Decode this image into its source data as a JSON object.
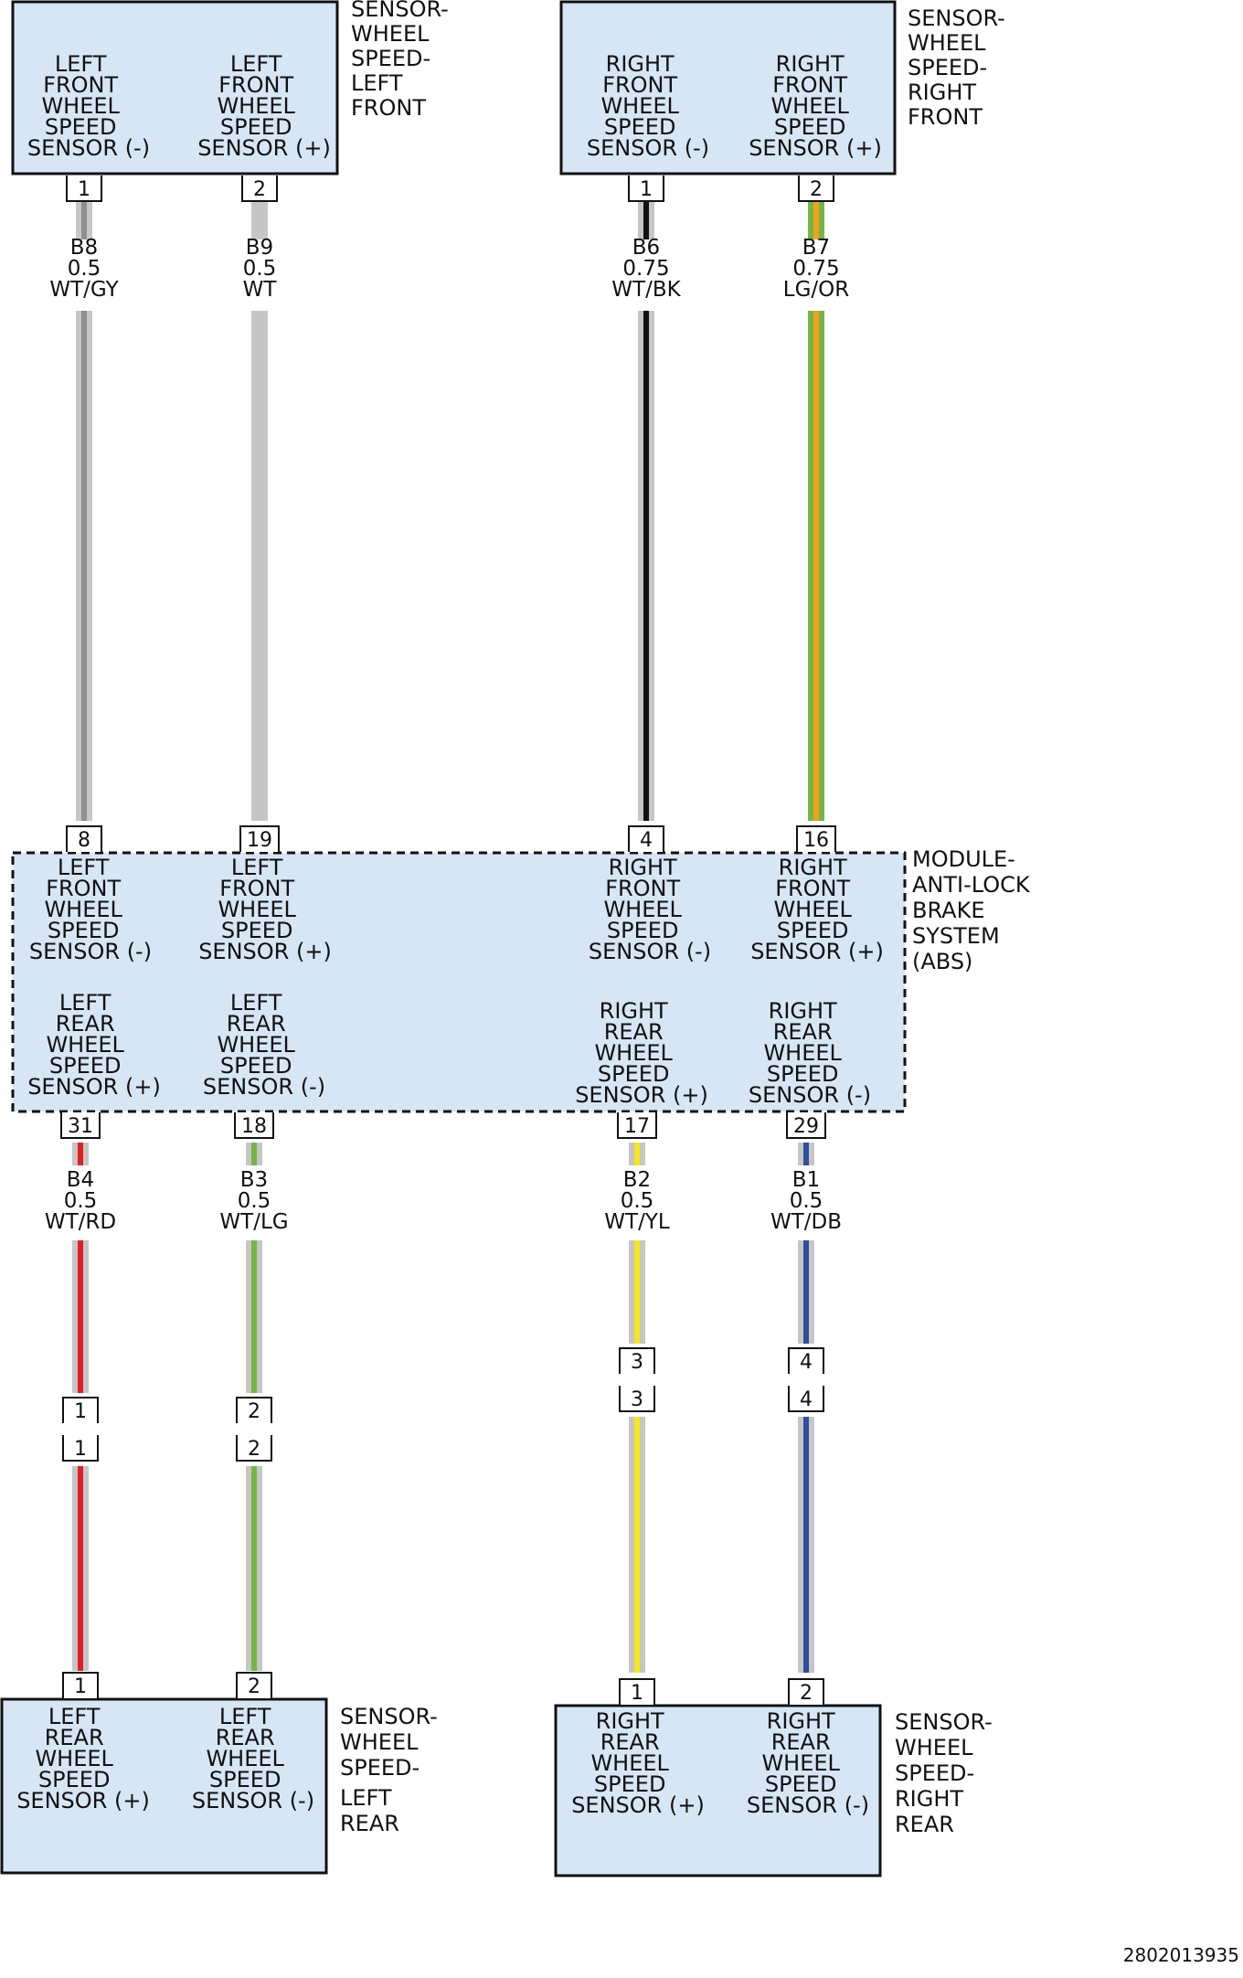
{
  "colors": {
    "box_fill": "#d6e6f5",
    "box_stroke": "#111111",
    "WT": "#c6c6c6",
    "GY": "#8f8f8f",
    "BK": "#111111",
    "LG": "#74b843",
    "OR": "#f2a01e",
    "RD": "#e01e26",
    "YL": "#f6e61c",
    "DB": "#2f4f9e"
  },
  "components": {
    "lf_sensor": {
      "side_label": [
        "SENSOR-",
        "WHEEL",
        "SPEED-",
        "LEFT",
        "FRONT"
      ],
      "pins": [
        {
          "text": [
            "LEFT",
            "FRONT",
            "WHEEL",
            "SPEED",
            "SENSOR (-)"
          ]
        },
        {
          "text": [
            "LEFT",
            "FRONT",
            "WHEEL",
            "SPEED",
            "SENSOR (+)"
          ]
        }
      ]
    },
    "rf_sensor": {
      "side_label": [
        "SENSOR-",
        "WHEEL",
        "SPEED-",
        "RIGHT",
        "FRONT"
      ],
      "pins": [
        {
          "text": [
            "RIGHT",
            "FRONT",
            "WHEEL",
            "SPEED",
            "SENSOR (-)"
          ]
        },
        {
          "text": [
            "RIGHT",
            "FRONT",
            "WHEEL",
            "SPEED",
            "SENSOR (+)"
          ]
        }
      ]
    },
    "abs_module": {
      "side_label": [
        "MODULE-",
        "ANTI-LOCK",
        "BRAKE",
        "SYSTEM",
        "(ABS)"
      ],
      "top_pins": [
        {
          "text": [
            "LEFT",
            "FRONT",
            "WHEEL",
            "SPEED",
            "SENSOR (-)"
          ]
        },
        {
          "text": [
            "LEFT",
            "FRONT",
            "WHEEL",
            "SPEED",
            "SENSOR (+)"
          ]
        },
        {
          "text": [
            "RIGHT",
            "FRONT",
            "WHEEL",
            "SPEED",
            "SENSOR (-)"
          ]
        },
        {
          "text": [
            "RIGHT",
            "FRONT",
            "WHEEL",
            "SPEED",
            "SENSOR (+)"
          ]
        }
      ],
      "bottom_pins": [
        {
          "text": [
            "LEFT",
            "REAR",
            "WHEEL",
            "SPEED",
            "SENSOR (+)"
          ]
        },
        {
          "text": [
            "LEFT",
            "REAR",
            "WHEEL",
            "SPEED",
            "SENSOR (-)"
          ]
        },
        {
          "text": [
            "RIGHT",
            "REAR",
            "WHEEL",
            "SPEED",
            "SENSOR (+)"
          ]
        },
        {
          "text": [
            "RIGHT",
            "REAR",
            "WHEEL",
            "SPEED",
            "SENSOR (-)"
          ]
        }
      ]
    },
    "lr_sensor": {
      "side_label": [
        "SENSOR-",
        "WHEEL",
        "SPEED-",
        "LEFT",
        "REAR"
      ],
      "pins": [
        {
          "text": [
            "LEFT",
            "REAR",
            "WHEEL",
            "SPEED",
            "SENSOR (+)"
          ]
        },
        {
          "text": [
            "LEFT",
            "REAR",
            "WHEEL",
            "SPEED",
            "SENSOR (-)"
          ]
        }
      ]
    },
    "rr_sensor": {
      "side_label": [
        "SENSOR-",
        "WHEEL",
        "SPEED-",
        "RIGHT",
        "REAR"
      ],
      "pins": [
        {
          "text": [
            "RIGHT",
            "REAR",
            "WHEEL",
            "SPEED",
            "SENSOR (+)"
          ]
        },
        {
          "text": [
            "RIGHT",
            "REAR",
            "WHEEL",
            "SPEED",
            "SENSOR (-)"
          ]
        }
      ]
    }
  },
  "wires": [
    {
      "id": "B8",
      "gauge": "0.5",
      "color": "WT/GY",
      "base": "WT",
      "stripe": "GY",
      "pins": [
        "1",
        "8"
      ]
    },
    {
      "id": "B9",
      "gauge": "0.5",
      "color": "WT",
      "base": "WT",
      "stripe": "",
      "pins": [
        "2",
        "19"
      ]
    },
    {
      "id": "B6",
      "gauge": "0.75",
      "color": "WT/BK",
      "base": "WT",
      "stripe": "BK",
      "pins": [
        "1",
        "4"
      ]
    },
    {
      "id": "B7",
      "gauge": "0.75",
      "color": "LG/OR",
      "base": "LG",
      "stripe": "OR",
      "pins": [
        "2",
        "16"
      ]
    },
    {
      "id": "B4",
      "gauge": "0.5",
      "color": "WT/RD",
      "base": "WT",
      "stripe": "RD",
      "pins": [
        "31",
        "1",
        "1",
        "1"
      ]
    },
    {
      "id": "B3",
      "gauge": "0.5",
      "color": "WT/LG",
      "base": "WT",
      "stripe": "LG",
      "pins": [
        "18",
        "2",
        "2",
        "2"
      ]
    },
    {
      "id": "B2",
      "gauge": "0.5",
      "color": "WT/YL",
      "base": "WT",
      "stripe": "YL",
      "pins": [
        "17",
        "3",
        "3",
        "1"
      ]
    },
    {
      "id": "B1",
      "gauge": "0.5",
      "color": "WT/DB",
      "base": "WT",
      "stripe": "DB",
      "pins": [
        "29",
        "4",
        "4",
        "2"
      ]
    }
  ],
  "footer": {
    "code": "2802013935"
  }
}
